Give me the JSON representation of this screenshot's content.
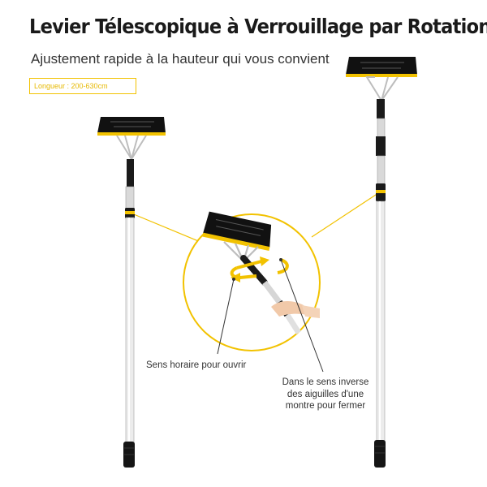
{
  "header": {
    "title": "Levier Télescopique à Verrouillage par Rotation",
    "subtitle": "Ajustement rapide à la hauteur qui vous convient"
  },
  "badge": {
    "length": "Longueur : 200-630cm"
  },
  "annotations": {
    "open": "Sens horaire pour ouvrir",
    "close_line1": "Dans le sens inverse",
    "close_line2": "des aiguilles d'une",
    "close_line3": "montre pour fermer"
  },
  "colors": {
    "accent": "#f2c200",
    "tool_black": "#111111",
    "pole_silver": "#e6e6e6"
  }
}
